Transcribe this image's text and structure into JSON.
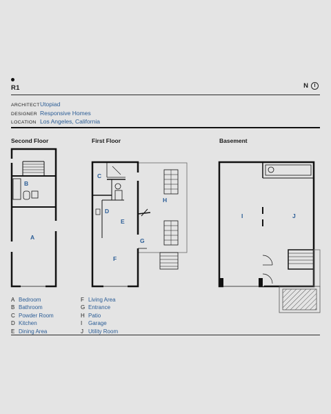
{
  "header": {
    "code": "R1",
    "north_label": "N"
  },
  "meta": [
    {
      "key": "ARCHITECT",
      "value": "Utopiad"
    },
    {
      "key": "DESIGNER",
      "value": "Responsive Homes"
    },
    {
      "key": "LOCATION",
      "value": "Los Angeles, California"
    }
  ],
  "floors": {
    "second": "Second Floor",
    "first": "First Floor",
    "basement": "Basement"
  },
  "room_letters": {
    "a": "A",
    "b": "B",
    "c": "C",
    "d": "D",
    "e": "E",
    "f": "F",
    "g": "G",
    "h": "H",
    "i": "I",
    "j": "J"
  },
  "legend": {
    "col1": [
      {
        "letter": "A",
        "name": "Bedroom"
      },
      {
        "letter": "B",
        "name": "Bathroom"
      },
      {
        "letter": "C",
        "name": "Powder Room"
      },
      {
        "letter": "D",
        "name": "Kitchen"
      },
      {
        "letter": "E",
        "name": "Dining Area"
      }
    ],
    "col2": [
      {
        "letter": "F",
        "name": "Living Area"
      },
      {
        "letter": "G",
        "name": "Entrance"
      },
      {
        "letter": "H",
        "name": "Patio"
      },
      {
        "letter": "I",
        "name": "Garage"
      },
      {
        "letter": "J",
        "name": "Utility Room"
      }
    ]
  },
  "colors": {
    "background": "#e4e4e4",
    "accent_blue": "#2b5d96",
    "wall": "#111111"
  }
}
